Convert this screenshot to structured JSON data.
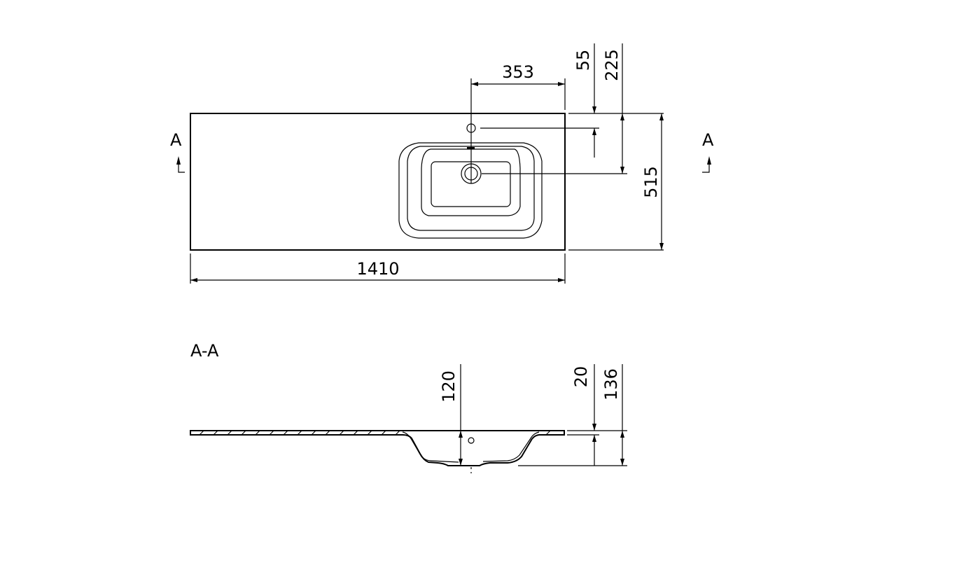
{
  "top_view": {
    "section_marker_left": "A",
    "section_marker_right": "A",
    "dims": {
      "tap_offset": "353",
      "tap_from_back": "55",
      "drain_from_back": "225",
      "depth": "515",
      "width": "1410"
    }
  },
  "section_view": {
    "label": "A-A",
    "dims": {
      "basin_depth": "120",
      "slab_thickness": "20",
      "total_height": "136"
    }
  }
}
